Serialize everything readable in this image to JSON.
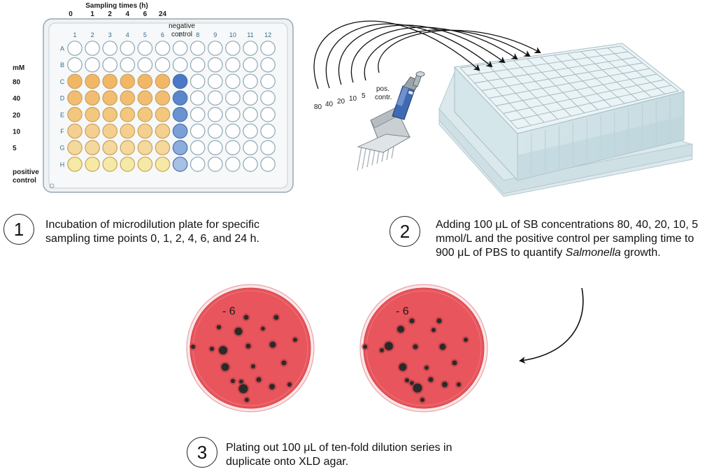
{
  "plate": {
    "sampling_title": "Sampling times (h)",
    "sampling_times": [
      "0",
      "1",
      "2",
      "4",
      "6",
      "24"
    ],
    "col_numbers": [
      "1",
      "2",
      "3",
      "4",
      "5",
      "6",
      "7",
      "8",
      "9",
      "10",
      "11",
      "12"
    ],
    "row_letters": [
      "A",
      "B",
      "C",
      "D",
      "E",
      "F",
      "G",
      "H"
    ],
    "neg_control_line1": "negative",
    "neg_control_line2": "control",
    "unit_label": "mM",
    "row_labels": [
      "80",
      "40",
      "20",
      "10",
      "5"
    ],
    "pos_control_line1": "positive",
    "pos_control_line2": "control",
    "colors": {
      "row_C": "#f2b766",
      "row_D": "#f2bd72",
      "row_E": "#f4c77f",
      "row_F": "#f5cf8f",
      "row_G": "#f5d89b",
      "row_H": "#f4eaa5",
      "neg_C": "#4a78c6",
      "neg_D": "#5a86cc",
      "neg_E": "#6a93d2",
      "neg_F": "#7ba0d8",
      "neg_G": "#8cadde",
      "neg_H": "#a7c0e6",
      "empty": "#ffffff"
    }
  },
  "pipette": {
    "labels": [
      "80",
      "40",
      "20",
      "10",
      "5",
      "pos.\ncontr."
    ]
  },
  "steps": [
    {
      "number": "1",
      "text": "Incubation of microdilution plate for specific sampling time points 0, 1, 2, 4, 6, and 24 h."
    },
    {
      "number": "2",
      "text_before": "Adding 100 μL of SB concentrations 80, 40, 20, 10, 5 mmol/L and the positive control per sampling time to 900 μL of PBS to quantify ",
      "text_italic": "Salmonella",
      "text_after": " growth."
    },
    {
      "number": "3",
      "text": "Plating out 100 μL of ten-fold dilution series in duplicate onto XLD agar."
    }
  ],
  "dishes": {
    "label": "- 6",
    "agar_color": "#e8555c",
    "colony_color": "#2a2a2a"
  }
}
